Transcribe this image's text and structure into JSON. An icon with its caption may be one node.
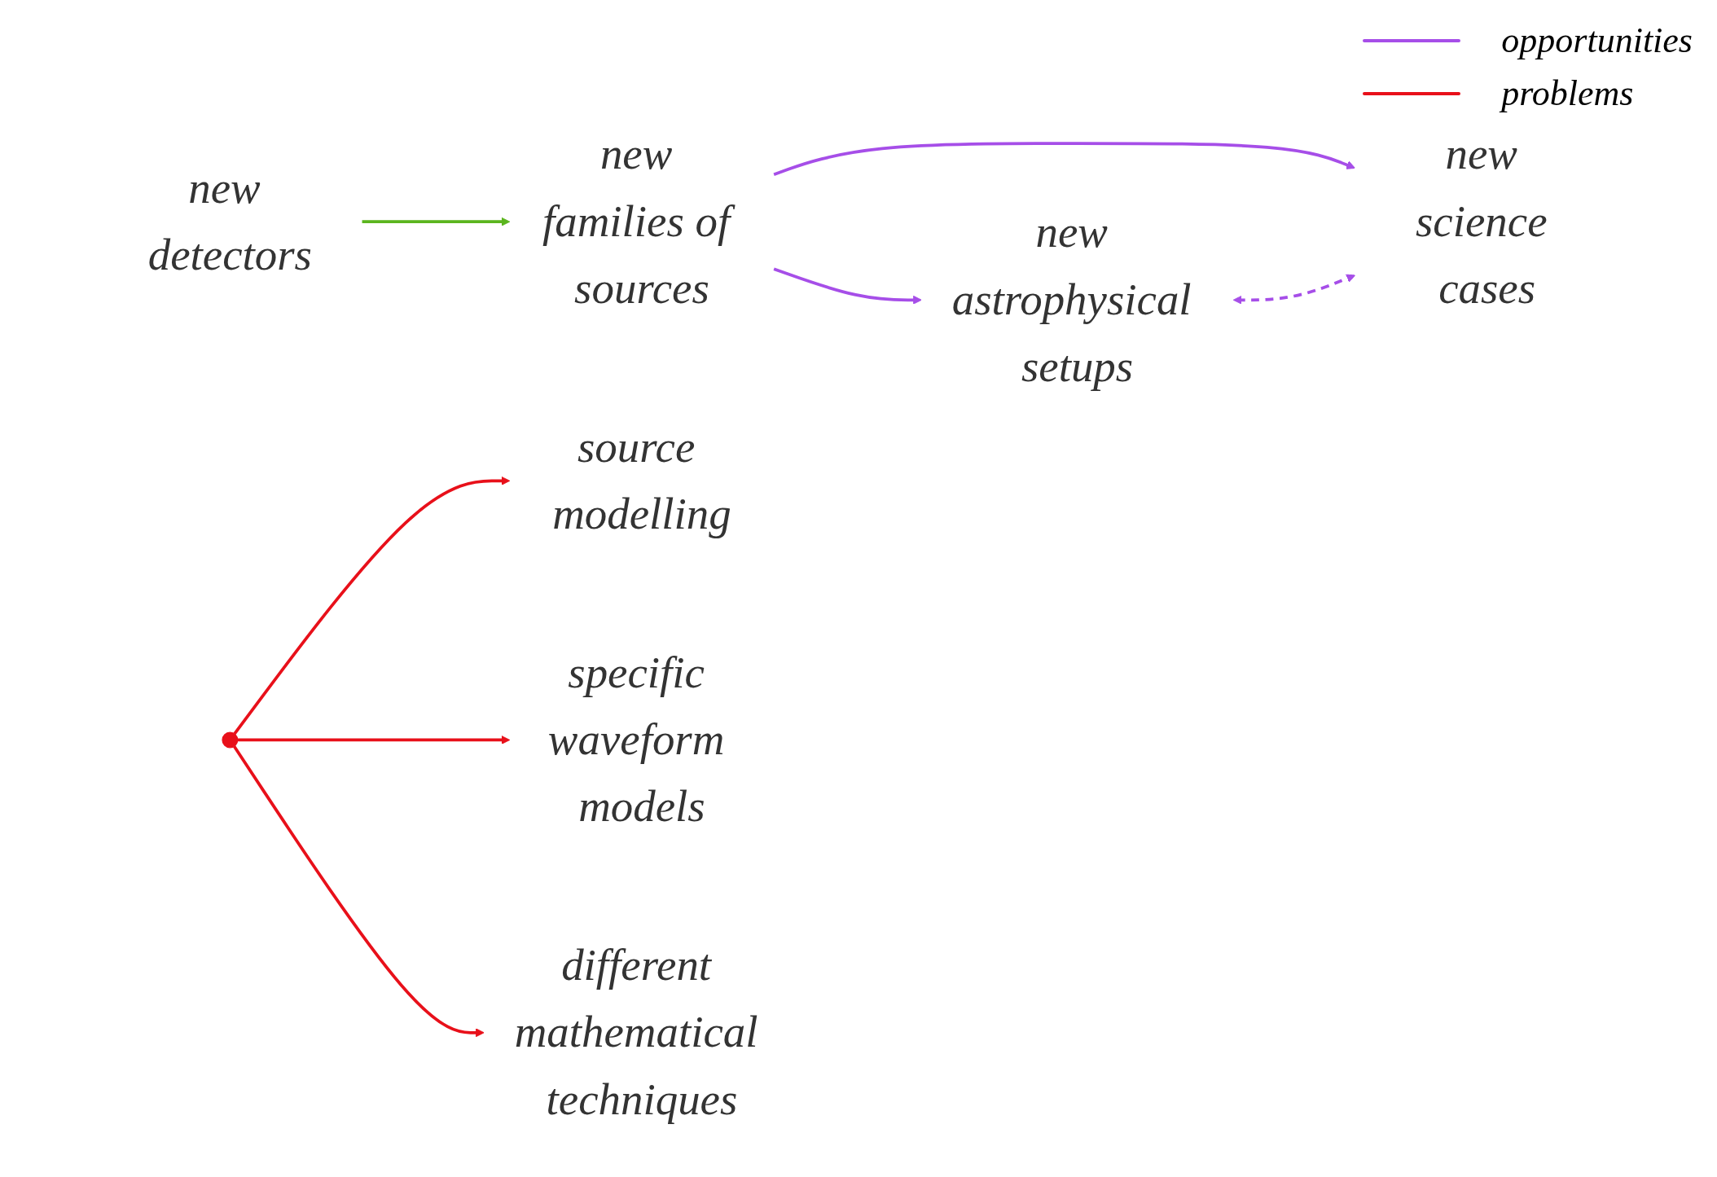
{
  "diagram": {
    "nodes": [
      {
        "text": [
          "new detectors"
        ]
      },
      {
        "text": [
          "new families of sources"
        ]
      },
      {
        "text": [
          "new astrophysical setups"
        ]
      },
      {
        "text": [
          "new science cases"
        ]
      },
      {
        "text": [],
        "shape": "circle"
      },
      {
        "text": [
          "source modelling"
        ]
      },
      {
        "text": [
          "specific waveform models"
        ]
      },
      {
        "text": [
          "different mathematical techniques"
        ]
      }
    ],
    "edges": [
      {
        "from": 0,
        "to": 1,
        "arrow": "to",
        "color": "#5bb51e"
      },
      {
        "from": 1,
        "to": 2,
        "arrow": "to",
        "color": "#a64ee8"
      },
      {
        "from": 1,
        "to": 3,
        "arrow": "to",
        "color": "#a64ee8"
      },
      {
        "from": 2,
        "to": 3,
        "arrow": "both",
        "style": "dashed",
        "color": "#a64ee8"
      },
      {
        "from": 4,
        "to": 5,
        "arrow": "to",
        "color": "#e8101a"
      },
      {
        "from": 4,
        "to": 6,
        "arrow": "to",
        "color": "#e8101a"
      },
      {
        "from": 4,
        "to": 7,
        "arrow": "to",
        "color": "#e8101a"
      }
    ],
    "legend": [
      {
        "text": "opportunities",
        "color": "#a64ee8"
      },
      {
        "text": "problems",
        "color": "#e8101a"
      }
    ]
  }
}
